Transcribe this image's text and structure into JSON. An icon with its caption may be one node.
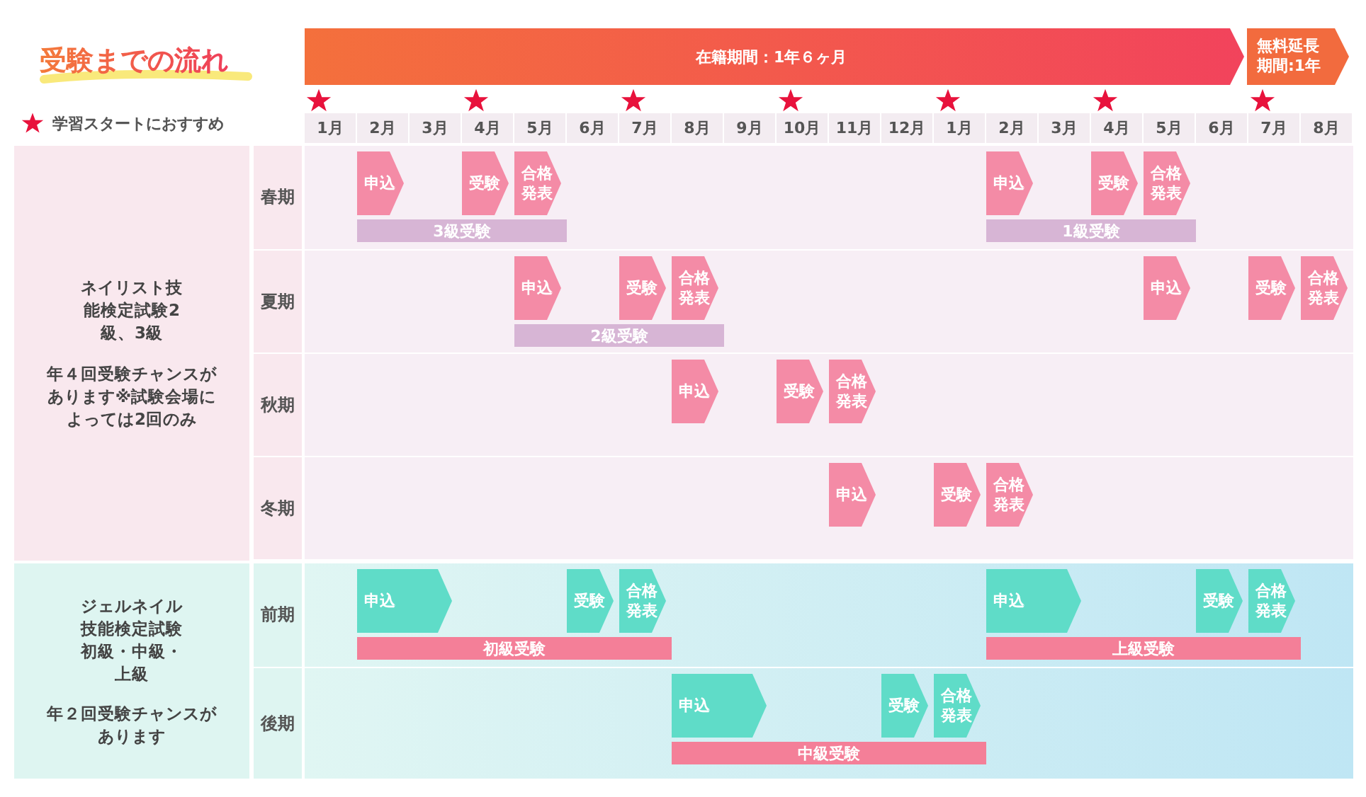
{
  "diagram": {
    "title": "受験までの流れ",
    "nodes": [
      {
        "text": [
          "在籍期間：1年６ヶ月"
        ]
      },
      {
        "text": [
          "無料延長期間:1年"
        ]
      },
      {
        "text": [
          "ネイリスト技能検定試験2級、3級",
          "年４回受験チャンスがあります※試験会場によっては2回のみ"
        ]
      },
      {
        "text": [
          "春期"
        ]
      },
      {
        "text": [
          "夏期"
        ]
      },
      {
        "text": [
          "秋期"
        ]
      },
      {
        "text": [
          "冬期"
        ]
      },
      {
        "text": [
          "ジェルネイル技能検定試験初級・中級・上級",
          "年２回受験チャンスがあります"
        ]
      },
      {
        "text": [
          "前期"
        ]
      },
      {
        "text": [
          "後期"
        ]
      },
      {
        "text": [
          "申込"
        ]
      },
      {
        "text": [
          "受験"
        ]
      },
      {
        "text": [
          "合格発表"
        ]
      },
      {
        "text": [
          "3級受験"
        ]
      },
      {
        "text": [
          "申込"
        ]
      },
      {
        "text": [
          "受験"
        ]
      },
      {
        "text": [
          "合格発表"
        ]
      },
      {
        "text": [
          "1級受験"
        ]
      },
      {
        "text": [
          "申込"
        ]
      },
      {
        "text": [
          "受験"
        ]
      },
      {
        "text": [
          "合格発表"
        ]
      },
      {
        "text": [
          "2級受験"
        ]
      },
      {
        "text": [
          "申込"
        ]
      },
      {
        "text": [
          "受験"
        ]
      },
      {
        "text": [
          "合格発表"
        ]
      },
      {
        "text": [
          "申込"
        ]
      },
      {
        "text": [
          "受験"
        ]
      },
      {
        "text": [
          "合格発表"
        ]
      },
      {
        "text": [
          "申込"
        ]
      },
      {
        "text": [
          "受験"
        ]
      },
      {
        "text": [
          "合格発表"
        ]
      },
      {
        "text": [
          "申込"
        ]
      },
      {
        "text": [
          "受験"
        ]
      },
      {
        "text": [
          "合格発表"
        ]
      },
      {
        "text": [
          "初級受験"
        ]
      },
      {
        "text": [
          "申込"
        ]
      },
      {
        "text": [
          "受験"
        ]
      },
      {
        "text": [
          "合格発表"
        ]
      },
      {
        "text": [
          "上級受験"
        ]
      },
      {
        "text": [
          "申込"
        ]
      },
      {
        "text": [
          "受験"
        ]
      },
      {
        "text": [
          "合格発表"
        ]
      },
      {
        "text": [
          "中級受験"
        ]
      }
    ],
    "labels": [
      "1月",
      "2月",
      "3月",
      "4月",
      "5月",
      "6月",
      "7月",
      "8月",
      "9月",
      "10月",
      "11月",
      "12月",
      "1月",
      "2月",
      "3月",
      "4月",
      "5月",
      "6月",
      "7月",
      "8月"
    ],
    "legend": [
      {
        "text": "学習スタートにおすすめ"
      }
    ]
  }
}
